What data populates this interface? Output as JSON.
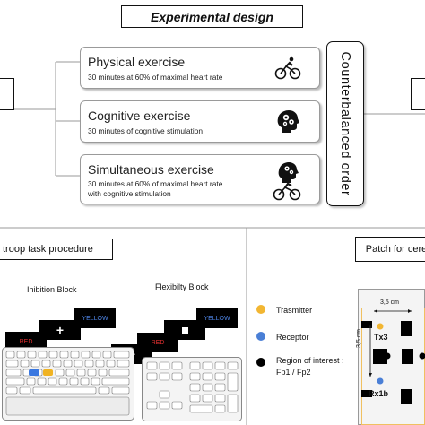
{
  "title": "Experimental design",
  "conditions": [
    {
      "name": "Physical exercise",
      "desc": [
        "30 minutes at 60% of maximal heart rate"
      ],
      "icon": "cyclist-icon"
    },
    {
      "name": "Cognitive exercise",
      "desc": [
        "30 minutes of cognitive stimulation"
      ],
      "icon": "brain-gears-icon"
    },
    {
      "name": "Simultaneous exercise",
      "desc": [
        "30 minutes at 60% of maximal heart rate",
        "with cognitive stimulation"
      ],
      "icon": "brain-cyclist-icon"
    }
  ],
  "order_label": "Counterbalanced order",
  "stroop": {
    "title": "troop task procedure",
    "inhibition_label": "Ihibition Block",
    "flexibility_label": "Flexibilty Block",
    "word_yellow": "YELLOW",
    "word_red": "RED",
    "fixation": "+"
  },
  "patch": {
    "title": "Patch for cere",
    "legend": [
      {
        "label": "Trasmitter",
        "color": "#f2b632"
      },
      {
        "label": "Receptor",
        "color": "#4a7fd6"
      },
      {
        "label": "Region of interest :",
        "label2": "Fp1 / Fp2",
        "color": "#000000"
      }
    ],
    "dim_horizontal": "3,5 cm",
    "dim_vertical": "3,5 cm",
    "tx_label": "Tx3",
    "rx_label": "Rx1b"
  }
}
